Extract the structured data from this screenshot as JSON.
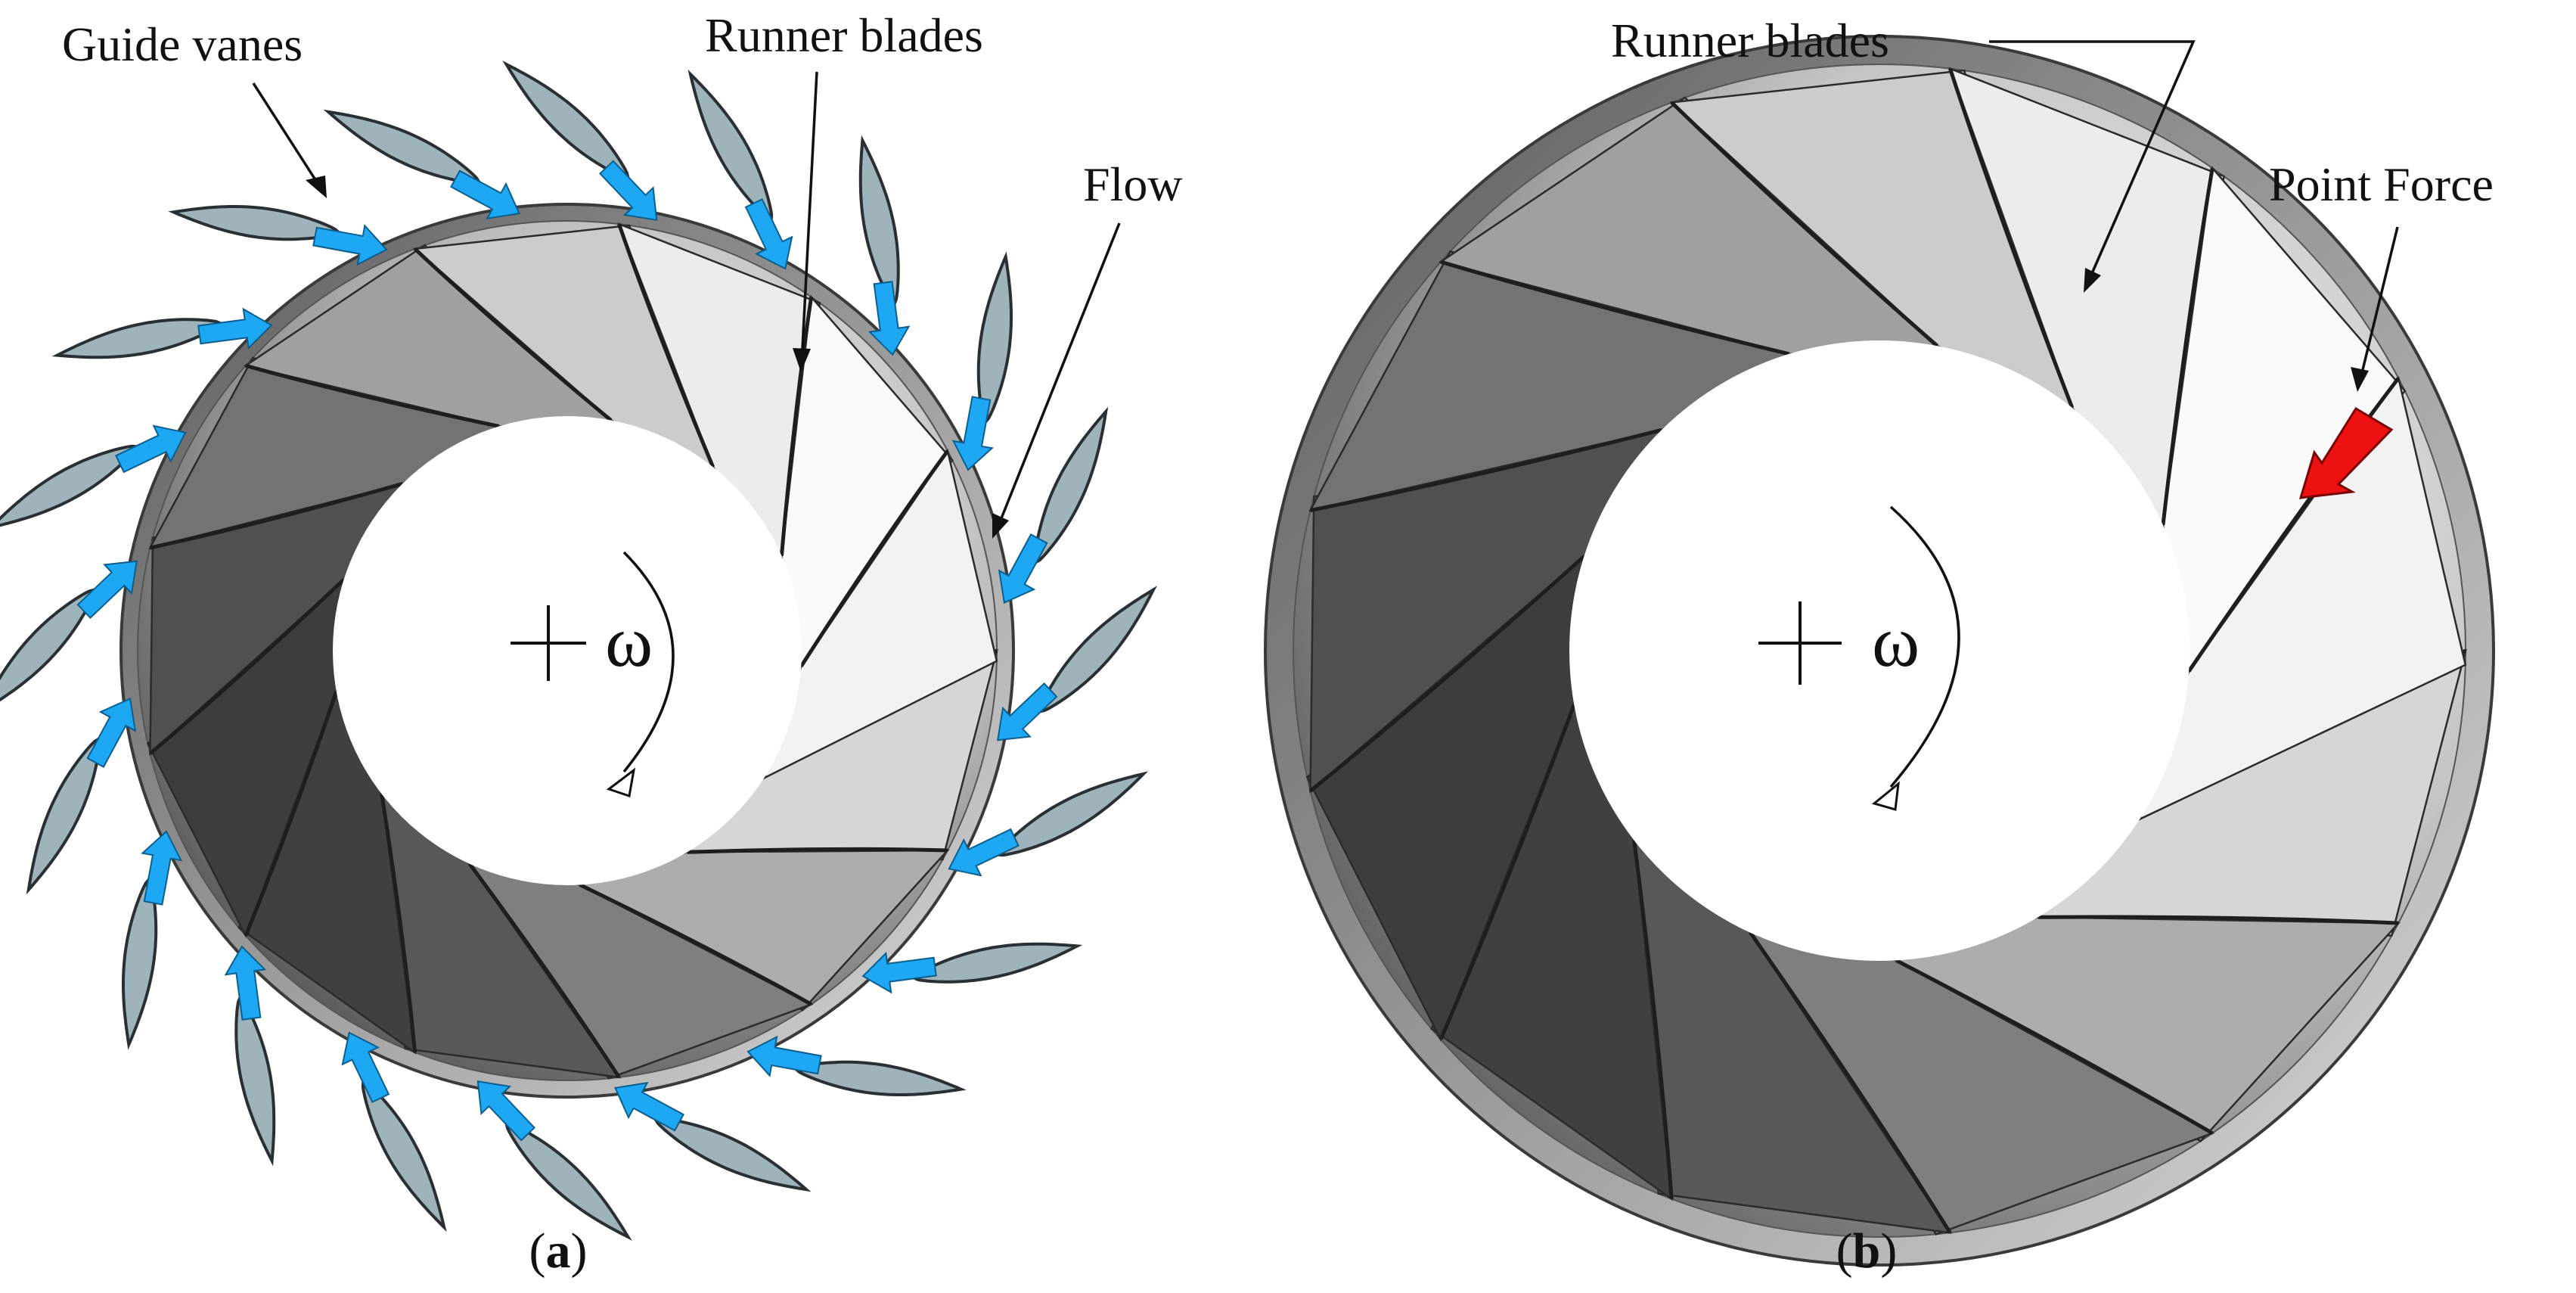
{
  "figure": {
    "panel_a": {
      "guide_vanes_label": "Guide vanes",
      "runner_blades_label": "Runner blades",
      "flow_label": "Flow",
      "omega_symbol": "ω",
      "caption": {
        "open": "(",
        "letter": "a",
        "close": ")"
      },
      "guide_vane_count": 20,
      "runner_blade_count": 13,
      "rotation": "clockwise"
    },
    "panel_b": {
      "runner_blades_label": "Runner blades",
      "point_force_label": "Point Force",
      "omega_symbol": "ω",
      "caption": {
        "open": "(",
        "letter": "b",
        "close": ")"
      },
      "runner_blade_count": 13,
      "rotation": "clockwise"
    },
    "colors": {
      "guide_vane_fill": "#9fb3bb",
      "guide_vane_stroke": "#2a2f33",
      "flow_arrow": "#1ea7f2",
      "point_force_arrow": "#ee1111",
      "rim": "#6c6c6c",
      "blade_light": "#f2f2f2",
      "blade_dark": "#3f3f3f"
    }
  }
}
